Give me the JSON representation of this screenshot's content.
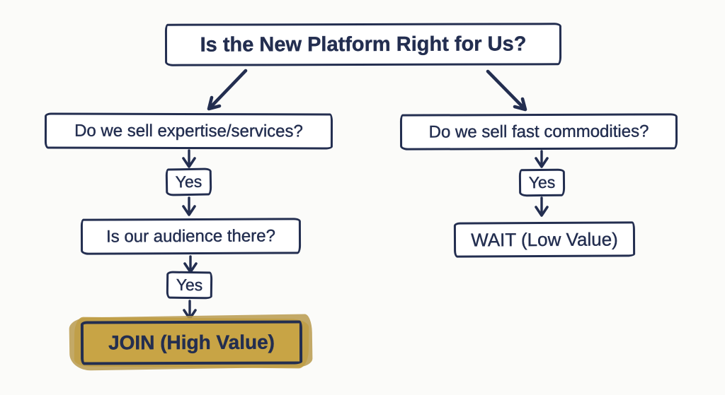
{
  "flowchart": {
    "title": "Is the New Platform Right for Us?",
    "branches": [
      {
        "id": "expertise",
        "question": "Do we sell expertise/services?",
        "answer": "Yes",
        "followup_question": "Is our audience there?",
        "followup_answer": "Yes",
        "outcome": "JOIN (High Value)",
        "outcome_type": "positive-highlighted"
      },
      {
        "id": "commodities",
        "question": "Do we sell fast commodities?",
        "answer": "Yes",
        "outcome": "WAIT (Low Value)",
        "outcome_type": "negative"
      }
    ],
    "colors": {
      "ink": "#232e50",
      "highlight": "#c7a23f",
      "background": "#fbfbf9"
    }
  }
}
